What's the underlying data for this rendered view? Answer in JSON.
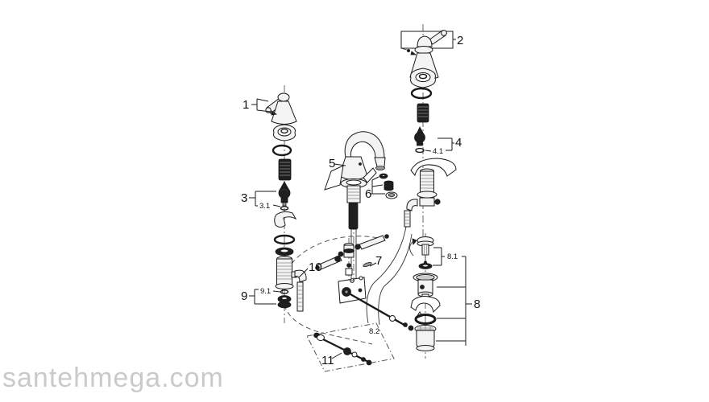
{
  "diagram": {
    "type": "exploded-parts-diagram",
    "labels": {
      "n1": "1",
      "n2": "2",
      "n3": "3",
      "n3_1": "3.1",
      "n4": "4",
      "n4_1": "4.1",
      "n5": "5",
      "n6": "6",
      "n7": "7",
      "n8": "8",
      "n8_1": "8.1",
      "n8_2": "8.2",
      "n9": "9",
      "n9_1": "9.1",
      "n10": "10",
      "n11": "11"
    }
  },
  "watermark": {
    "text": "santehmega.com"
  },
  "colors": {
    "background": "#ffffff",
    "line": "#1a1a1a",
    "dark_part": "#1f1f1f",
    "light_part": "#f3f3f3",
    "dashed_outline": "#555555",
    "watermark": "#cacaca"
  }
}
